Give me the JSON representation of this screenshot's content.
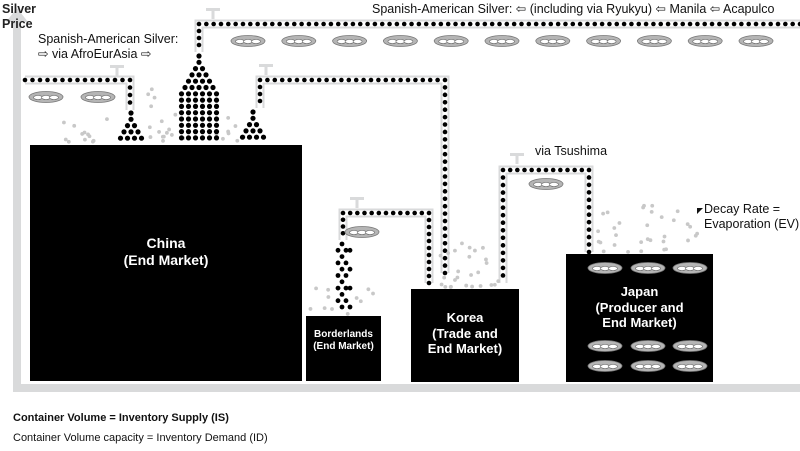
{
  "axis": {
    "y_title_line1": "Silver",
    "y_title_line2": "Price"
  },
  "flows": {
    "afroeurasia_line1": "Spanish-American Silver:",
    "afroeurasia_line2": "⇨ via AfroEurAsia ⇨",
    "pacific": "Spanish-American Silver: ⇦ (including via Ryukyu) ⇦ Manila ⇦ Acapulco",
    "tsushima": "via Tsushima",
    "decay_line1": "Decay Rate =",
    "decay_line2": "Evaporation (EV)"
  },
  "markets": [
    {
      "id": "china",
      "line1": "China",
      "line2": "(End Market)"
    },
    {
      "id": "borderlands",
      "line1": "Borderlands",
      "line2": "(End Market)"
    },
    {
      "id": "korea",
      "line1": "Korea",
      "line2": "(Trade and",
      "line3": "End Market)"
    },
    {
      "id": "japan",
      "line1": "Japan",
      "line2": "(Producer and",
      "line3": "End Market)"
    }
  ],
  "legend": {
    "supply": "Container Volume = Inventory Supply (IS)",
    "demand": "Container Volume capacity = Inventory Demand (ID)"
  },
  "colors": {
    "container": "#000000",
    "pipe": "#d9dadb",
    "axis": "#d9dadb",
    "evaporation": "#c8c8c8",
    "ingot": "#9a9a9a"
  }
}
